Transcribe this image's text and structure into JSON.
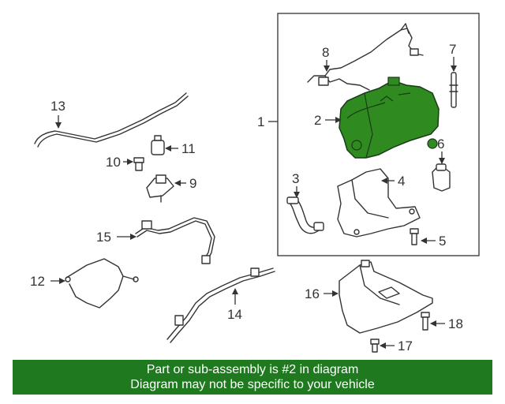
{
  "callouts": {
    "c1": "1",
    "c2": "2",
    "c3": "3",
    "c4": "4",
    "c5": "5",
    "c6": "6",
    "c7": "7",
    "c8": "8",
    "c9": "9",
    "c10": "10",
    "c11": "11",
    "c12": "12",
    "c13": "13",
    "c14": "14",
    "c15": "15",
    "c16": "16",
    "c17": "17",
    "c18": "18"
  },
  "banner": {
    "line1": "Part or sub-assembly is #2 in diagram",
    "line2": "Diagram may not be specific to your vehicle"
  },
  "colors": {
    "highlight": "#2f8a1f",
    "banner": "#1f7a1f",
    "linework": "#333333"
  }
}
